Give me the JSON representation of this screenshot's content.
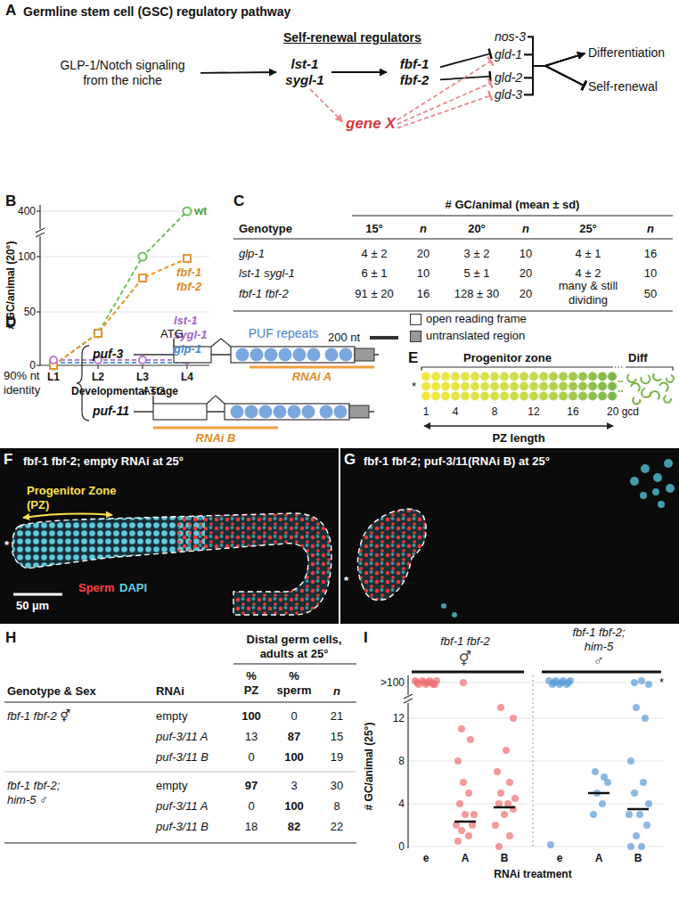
{
  "diagram": {
    "nodes": [
      {
        "text": [
          "GLP-1/Notch signaling from the niche"
        ]
      },
      {
        "text": [
          "lst-1 sygl-1"
        ]
      },
      {
        "text": [
          "fbf-1 fbf-2"
        ]
      },
      {
        "text": [
          "nos-3"
        ]
      },
      {
        "text": [
          "gld-1"
        ]
      },
      {
        "text": [
          "gld-2"
        ]
      },
      {
        "text": [
          "gld-3"
        ]
      },
      {
        "text": [
          "gene X"
        ]
      },
      {
        "text": [
          "Differentiation"
        ]
      },
      {
        "text": [
          "Self-renewal"
        ]
      }
    ],
    "edges": [
      {
        "from": 0,
        "to": 1,
        "arrow": "to"
      },
      {
        "from": 1,
        "to": 2,
        "arrow": "to"
      },
      {
        "from": 2,
        "to": 4,
        "arrow": "to"
      },
      {
        "from": 2,
        "to": 5,
        "arrow": "to"
      },
      {
        "from": 1,
        "to": 7,
        "arrow": "to"
      },
      {
        "from": 7,
        "to": 4,
        "arrow": "to"
      },
      {
        "from": 7,
        "to": 5,
        "arrow": "to"
      },
      {
        "from": 7,
        "to": 6,
        "arrow": "to"
      },
      {
        "from": 3,
        "to": 8,
        "arrow": "to"
      },
      {
        "from": 4,
        "to": 8,
        "arrow": "to"
      },
      {
        "from": 5,
        "to": 8,
        "arrow": "to"
      },
      {
        "from": 6,
        "to": 8,
        "arrow": "to"
      },
      {
        "from": 3,
        "to": 9,
        "arrow": "to"
      },
      {
        "from": 4,
        "to": 9,
        "arrow": "to"
      },
      {
        "from": 5,
        "to": 9,
        "arrow": "to"
      },
      {
        "from": 6,
        "to": 9,
        "arrow": "to"
      }
    ],
    "labels": [
      "A",
      "Germline stem cell (GSC) regulatory pathway",
      "Self-renewal regulators",
      "B",
      "# GC/animal (20°)",
      "400",
      "100",
      "50",
      "0",
      "L1",
      "L2",
      "L3",
      "L4",
      "Developmental stage",
      "wt",
      "fbf-1 fbf-2",
      "lst-1 sygl-1",
      "glp-1",
      "C",
      "# GC/animal (mean ± sd)",
      "Genotype",
      "15°",
      "n",
      "20°",
      "n",
      "25°",
      "n",
      "glp-1",
      "4 ± 2",
      "20",
      "3 ± 2",
      "10",
      "4 ± 1",
      "16",
      "lst-1 sygl-1",
      "6 ± 1",
      "10",
      "5 ± 1",
      "20",
      "4 ± 2",
      "10",
      "fbf-1 fbf-2",
      "91 ± 20",
      "16",
      "128 ± 30",
      "20",
      "many & still dividing",
      "50",
      "D",
      "90% nt identity",
      "puf-3",
      "ATG",
      "PUF repeats",
      "200 nt",
      "RNAi A",
      "puf-11",
      "ATG",
      "RNAi B",
      "E",
      "Progenitor zone",
      "Diff",
      "*",
      "1",
      "4",
      "8",
      "12",
      "16",
      "20 gcd",
      "PZ length",
      "F",
      "fbf-1 fbf-2; empty RNAi at 25°",
      "Progenitor Zone (PZ)",
      "*",
      "Sperm",
      "DAPI",
      "50 µm",
      "G",
      "fbf-1 fbf-2; puf-3/11(RNAi B) at 25°",
      "*",
      "H",
      "Distal germ cells, adults at 25°",
      "Genotype & Sex",
      "RNAi",
      "% PZ",
      "% sperm",
      "n",
      "fbf-1 fbf-2 ⚥",
      "empty",
      "100",
      "0",
      "21",
      "puf-3/11 A",
      "13",
      "87",
      "15",
      "puf-3/11 B",
      "0",
      "100",
      "19",
      "fbf-1 fbf-2; him-5 ♂",
      "empty",
      "97",
      "3",
      "30",
      "puf-3/11 A",
      "0",
      "100",
      "8",
      "puf-3/11 B",
      "18",
      "82",
      "22",
      "I",
      "fbf-1 fbf-2",
      "⚥",
      "fbf-1 fbf-2; him-5",
      "♂",
      "# GC/animal (25°)",
      ">100",
      "12",
      "8",
      "4",
      "0",
      "e",
      "A",
      "B",
      "e",
      "A",
      "B",
      "RNAi treatment",
      "*"
    ],
    "legend": [
      {
        "text": "open reading frame",
        "color": "#ffffff"
      },
      {
        "text": "untranslated region",
        "color": "#999999"
      }
    ]
  }
}
